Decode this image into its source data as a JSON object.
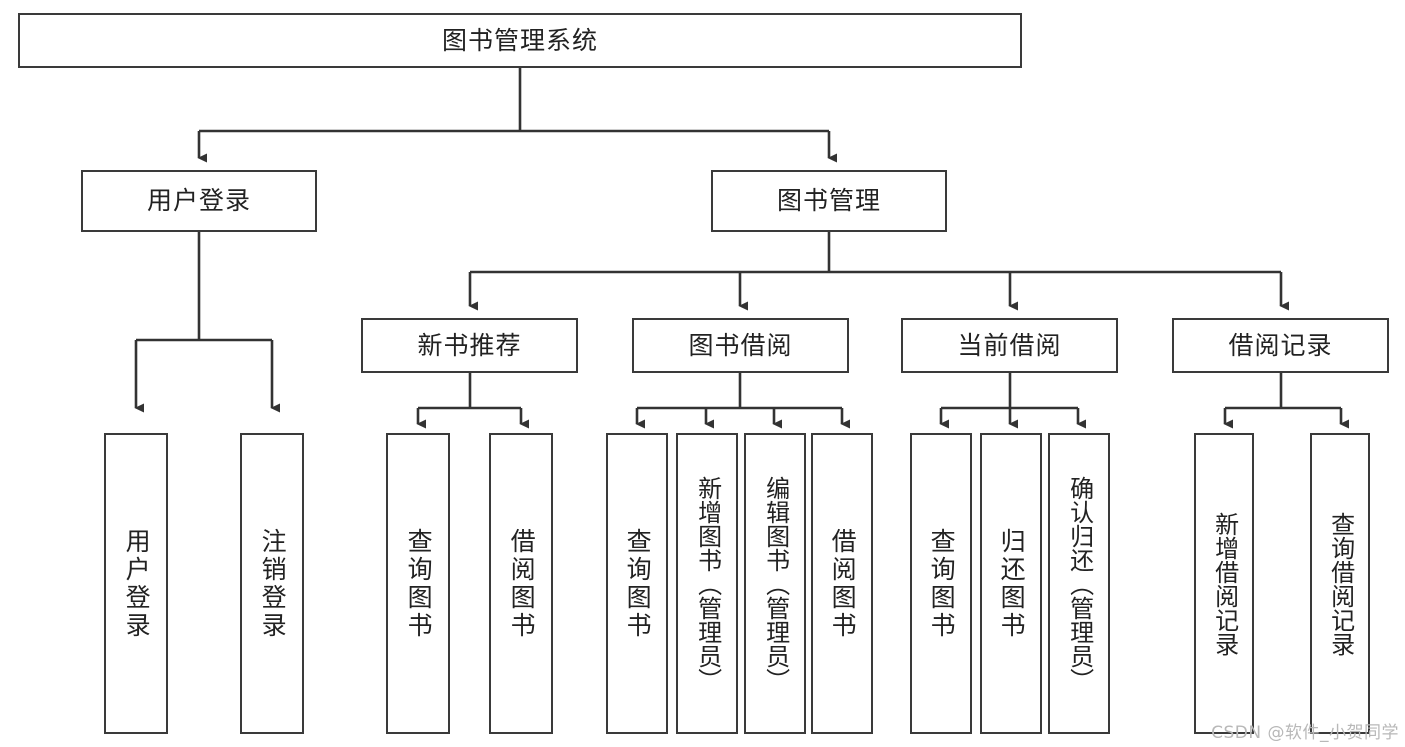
{
  "diagram": {
    "title": "图书管理系统",
    "type": "function-tree",
    "watermark": "CSDN @软件_小贺同学",
    "colors": {
      "box_border": "#3a3a3a",
      "box_fill": "#ffffff",
      "line": "#333333",
      "text": "#222222",
      "watermark": "#b8b8b8",
      "background": "#ffffff"
    },
    "root": {
      "label": "图书管理系统"
    },
    "level2": [
      {
        "label": "用户登录"
      },
      {
        "label": "图书管理"
      }
    ],
    "level3": [
      {
        "label": "新书推荐"
      },
      {
        "label": "图书借阅"
      },
      {
        "label": "当前借阅"
      },
      {
        "label": "借阅记录"
      }
    ],
    "leaves": {
      "user_login": [
        {
          "label": "用户登录"
        },
        {
          "label": "注销登录"
        }
      ],
      "new_book_recommend": [
        {
          "label": "查询图书"
        },
        {
          "label": "借阅图书"
        }
      ],
      "book_borrow": [
        {
          "label": "查询图书"
        },
        {
          "label": "新增图书（管理员）"
        },
        {
          "label": "编辑图书（管理员）"
        },
        {
          "label": "借阅图书"
        }
      ],
      "current_borrow": [
        {
          "label": "查询图书"
        },
        {
          "label": "归还图书"
        },
        {
          "label": "确认归还（管理员）"
        }
      ],
      "borrow_records": [
        {
          "label": "新增借阅记录"
        },
        {
          "label": "查询借阅记录"
        }
      ]
    }
  }
}
